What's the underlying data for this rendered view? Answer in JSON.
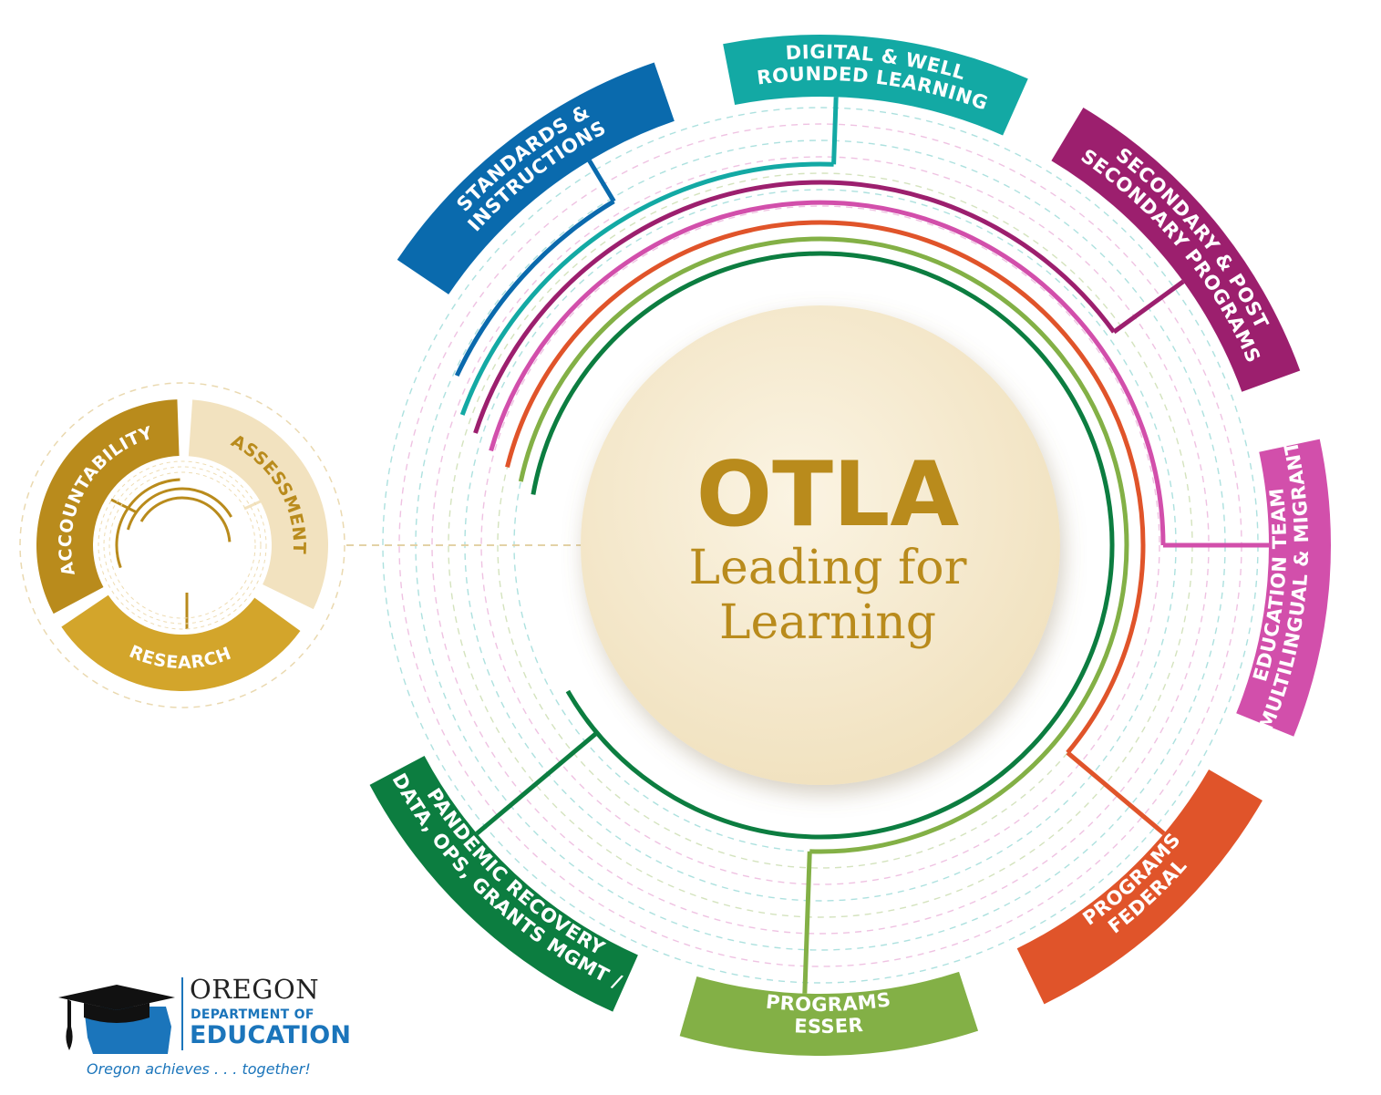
{
  "colors": {
    "standards": "#0a6aad",
    "digital": "#13a9a4",
    "secondary": "#9c1f6e",
    "multilingual": "#d24fab",
    "federal": "#e0542a",
    "esser": "#83b046",
    "data_ops": "#0c7d40",
    "gold": "#b98b1c",
    "gold_light": "#f2e2bf",
    "gold_mid": "#d3a52b",
    "center_fill": "#f8efd9",
    "logo_blue": "#1b75bb"
  },
  "center": {
    "title": "OTLA",
    "subtitle_line1": "Leading for",
    "subtitle_line2": "Learning"
  },
  "segments": [
    {
      "key": "standards",
      "line1": "STANDARDS &",
      "line2": "INSTRUCTIONS"
    },
    {
      "key": "digital",
      "line1": "DIGITAL & WELL",
      "line2": "ROUNDED LEARNING"
    },
    {
      "key": "secondary",
      "line1": "SECONDARY & POST",
      "line2": "SECONDARY PROGRAMS"
    },
    {
      "key": "multilingual",
      "line1": "MULTILINGUAL & MIGRANT",
      "line2": "EDUCATION TEAM"
    },
    {
      "key": "federal",
      "line1": "FEDERAL",
      "line2": "PROGRAMS"
    },
    {
      "key": "esser",
      "line1": "ESSER",
      "line2": "PROGRAMS"
    },
    {
      "key": "data_ops",
      "line1": "DATA, OPS, GRANTS MGMT /",
      "line2": "PANDEMIC RECOVERY"
    }
  ],
  "side_wheel": {
    "accountability": "ACCOUNTABILITY",
    "assessment": "ASSESSMENT",
    "research": "RESEARCH"
  },
  "logo": {
    "name": "OREGON",
    "department": "DEPARTMENT OF",
    "education": "EDUCATION",
    "tagline": "Oregon achieves . . . together!",
    "icon": "graduation-cap-oregon-icon"
  }
}
